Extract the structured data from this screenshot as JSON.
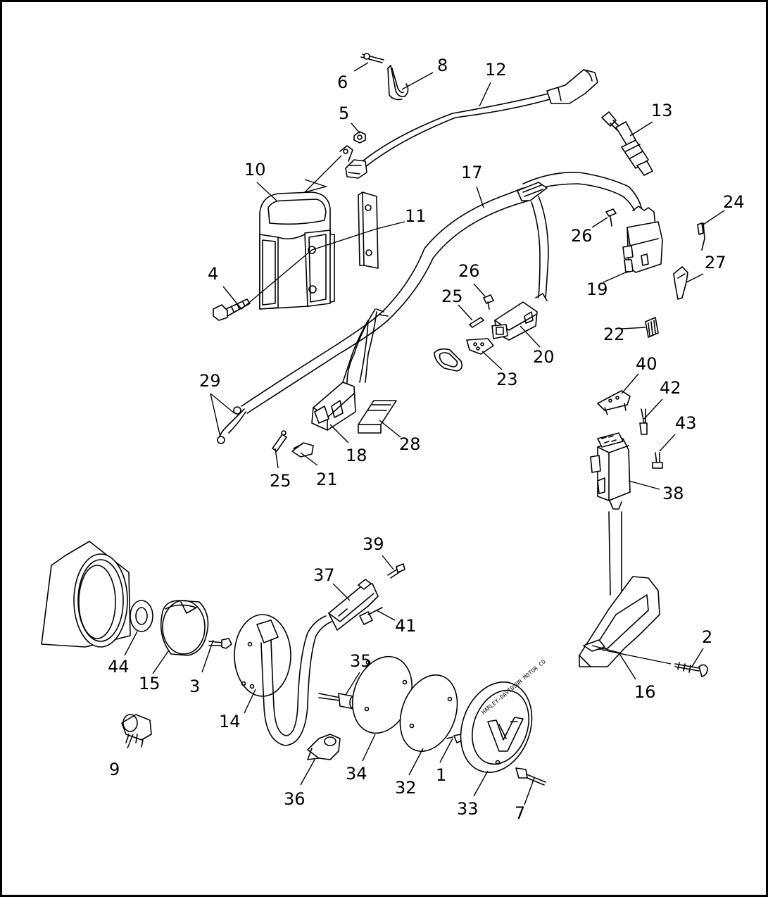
{
  "diagram": {
    "callouts": [
      {
        "id": "c1",
        "label": "1"
      },
      {
        "id": "c2",
        "label": "2"
      },
      {
        "id": "c3",
        "label": "3"
      },
      {
        "id": "c4",
        "label": "4"
      },
      {
        "id": "c5",
        "label": "5"
      },
      {
        "id": "c6",
        "label": "6"
      },
      {
        "id": "c7",
        "label": "7"
      },
      {
        "id": "c8",
        "label": "8"
      },
      {
        "id": "c9",
        "label": "9"
      },
      {
        "id": "c10",
        "label": "10"
      },
      {
        "id": "c11",
        "label": "11"
      },
      {
        "id": "c12",
        "label": "12"
      },
      {
        "id": "c13",
        "label": "13"
      },
      {
        "id": "c14",
        "label": "14"
      },
      {
        "id": "c15",
        "label": "15"
      },
      {
        "id": "c16",
        "label": "16"
      },
      {
        "id": "c17",
        "label": "17"
      },
      {
        "id": "c18",
        "label": "18"
      },
      {
        "id": "c19",
        "label": "19"
      },
      {
        "id": "c20",
        "label": "20"
      },
      {
        "id": "c21",
        "label": "21"
      },
      {
        "id": "c22",
        "label": "22"
      },
      {
        "id": "c23",
        "label": "23"
      },
      {
        "id": "c24",
        "label": "24"
      },
      {
        "id": "c25a",
        "label": "25"
      },
      {
        "id": "c25b",
        "label": "25"
      },
      {
        "id": "c26a",
        "label": "26"
      },
      {
        "id": "c26b",
        "label": "26"
      },
      {
        "id": "c27",
        "label": "27"
      },
      {
        "id": "c28",
        "label": "28"
      },
      {
        "id": "c29",
        "label": "29"
      },
      {
        "id": "c32",
        "label": "32"
      },
      {
        "id": "c33",
        "label": "33"
      },
      {
        "id": "c34",
        "label": "34"
      },
      {
        "id": "c35",
        "label": "35"
      },
      {
        "id": "c36",
        "label": "36"
      },
      {
        "id": "c37",
        "label": "37"
      },
      {
        "id": "c38",
        "label": "38"
      },
      {
        "id": "c39",
        "label": "39"
      },
      {
        "id": "c40",
        "label": "40"
      },
      {
        "id": "c41",
        "label": "41"
      },
      {
        "id": "c42",
        "label": "42"
      },
      {
        "id": "c43",
        "label": "43"
      },
      {
        "id": "c44",
        "label": "44"
      }
    ],
    "cover_text": "HARLEY-DAVIDSON MOTOR CO",
    "cover_logo": "V"
  }
}
